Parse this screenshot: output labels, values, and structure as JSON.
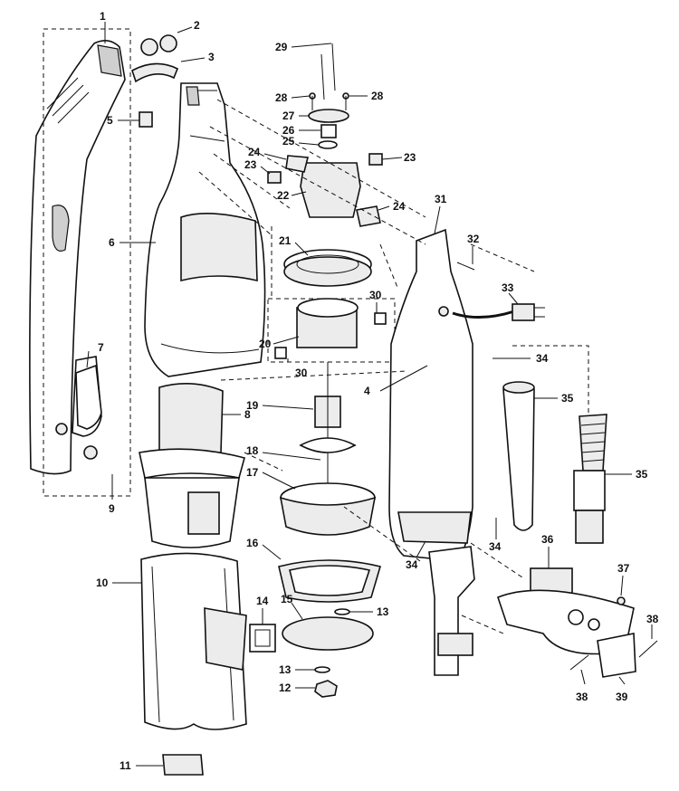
{
  "diagram": {
    "callouts": [
      "1",
      "2",
      "3",
      "5",
      "6",
      "7",
      "8",
      "9",
      "10",
      "11",
      "12",
      "13",
      "13",
      "14",
      "15",
      "16",
      "17",
      "18",
      "19",
      "20",
      "21",
      "22",
      "23",
      "23",
      "24",
      "24",
      "25",
      "26",
      "27",
      "28",
      "28",
      "29",
      "30",
      "30",
      "31",
      "32",
      "33",
      "34",
      "34",
      "34",
      "4",
      "35",
      "35",
      "36",
      "37",
      "38",
      "38",
      "39"
    ]
  }
}
